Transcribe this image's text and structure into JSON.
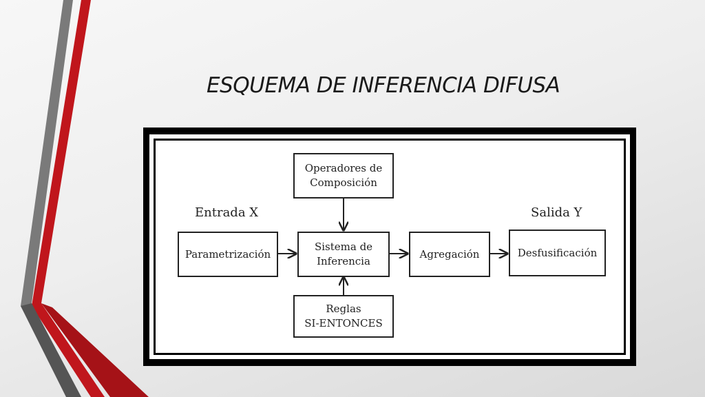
{
  "slide": {
    "title": "ESQUEMA DE INFERENCIA DIFUSA"
  },
  "diagram": {
    "nodes": {
      "operadores": "Operadores de\nComposición",
      "parametrizacion": "Parametrización",
      "sistema": "Sistema de\nInferencia",
      "agregacion": "Agregación",
      "desfusificacion": "Desfusificación",
      "reglas": "Reglas\nSI-ENTONCES"
    },
    "labels": {
      "entrada": "Entrada X",
      "salida": "Salida Y"
    },
    "edges": [
      {
        "from": "operadores",
        "to": "sistema"
      },
      {
        "from": "reglas",
        "to": "sistema"
      },
      {
        "from": "parametrizacion",
        "to": "sistema"
      },
      {
        "from": "sistema",
        "to": "agregacion"
      },
      {
        "from": "agregacion",
        "to": "desfusificacion"
      }
    ]
  },
  "colors": {
    "accent_red": "#c0161c",
    "stripe_gray": "#6e6e6e",
    "frame": "#000000"
  }
}
